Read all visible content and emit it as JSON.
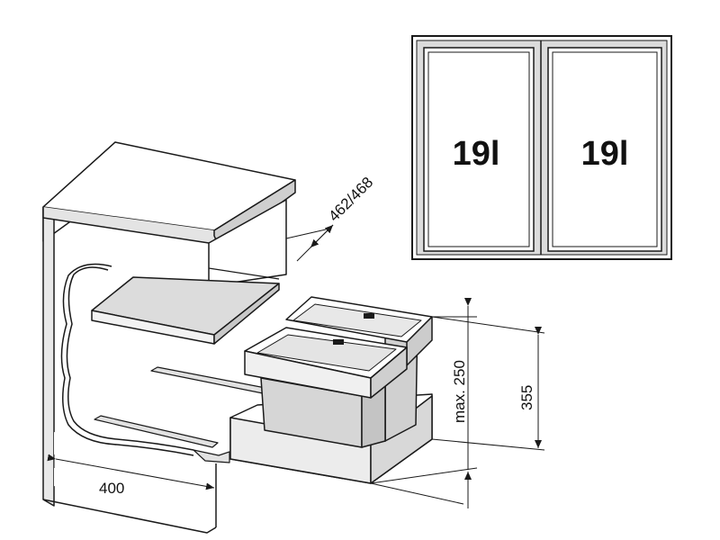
{
  "diagram": {
    "capacity_plan": {
      "left_bin_label": "19l",
      "right_bin_label": "19l"
    },
    "dimensions": {
      "cabinet_width": "400",
      "depth": "462/468",
      "max_height": "max. 250",
      "total_height": "355"
    },
    "colors": {
      "line": "#1a1a1a",
      "panel_fill": "#dcdcdc",
      "bin_fill": "#d6d6d6",
      "background": "#ffffff"
    }
  }
}
